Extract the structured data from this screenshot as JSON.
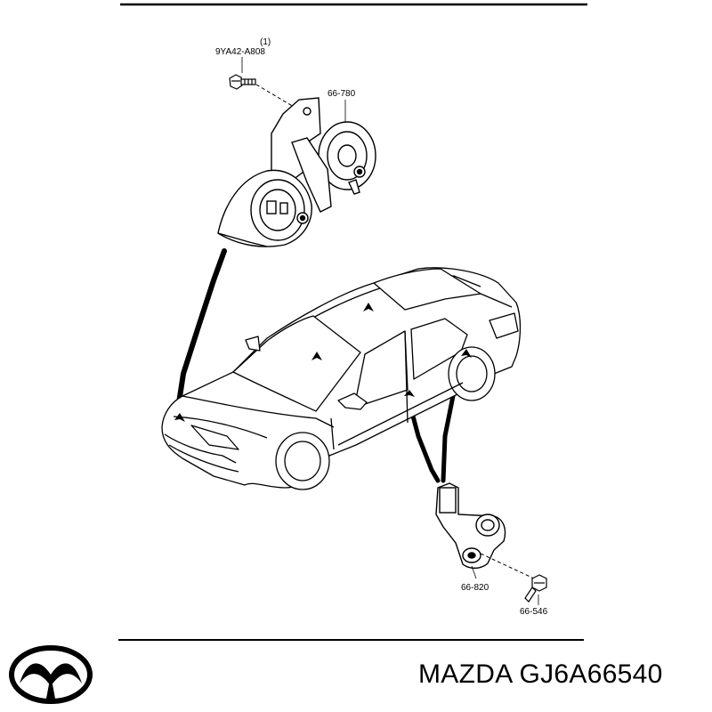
{
  "diagram": {
    "callouts": {
      "bolt_qty": "(1)",
      "bolt_part": "9YA42-A808",
      "horn_part": "66-780",
      "switch_part": "66-820",
      "screw_part": "66-546"
    }
  },
  "footer": {
    "logo": "mazda-logo",
    "brand_text": "MAZDA GJ6A66540"
  },
  "colors": {
    "line": "#000000",
    "background": "#ffffff"
  }
}
